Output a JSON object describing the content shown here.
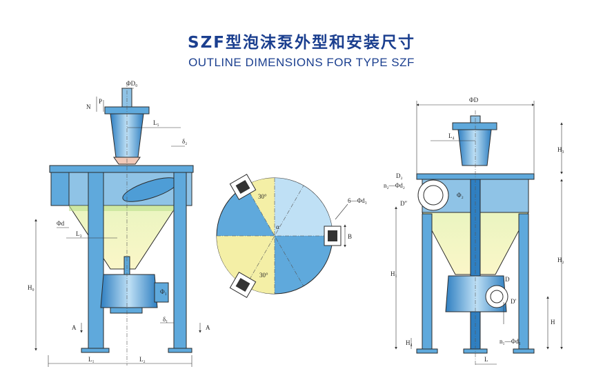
{
  "title": {
    "cn": "SZF型泡沫泵外型和安装尺寸",
    "en": "OUTLINE DIMENSIONS FOR TYPE SZF"
  },
  "left_view": {
    "labels": {
      "phi_d0": "ΦD₀",
      "n": "N",
      "p": "P",
      "l5": "L₅",
      "delta2": "δ₂",
      "phi_d": "Φd",
      "l3": "L₃",
      "h0": "H₀",
      "phi1": "Φ₁",
      "a_left": "A",
      "a_right": "A",
      "delta1": "δ₁",
      "l1": "L₁",
      "l2": "L₂"
    }
  },
  "section_view": {
    "labels": {
      "angle_top": "30°",
      "angle_bottom": "30°",
      "alpha": "α",
      "holes": "6—Φd₃",
      "b": "B"
    }
  },
  "right_view": {
    "labels": {
      "phi_d": "ΦD",
      "h3": "H₃",
      "l4": "L₄",
      "d2": "D₂",
      "n2_phi_d2": "n₂—Φd₂",
      "d_double_prime": "D″",
      "phi2": "Φ₂",
      "h1": "H₁",
      "h2": "H₂",
      "d": "D",
      "d_prime": "D′",
      "h": "H",
      "n1_phi_d1": "n₁—Φd₁",
      "h4": "H₄",
      "l": "L"
    }
  },
  "colors": {
    "title": "#1b3f8f",
    "body_blue": "#5fa9dc",
    "dark_blue": "#2f7fc1",
    "fill_yellow": "#f4efa6"
  }
}
